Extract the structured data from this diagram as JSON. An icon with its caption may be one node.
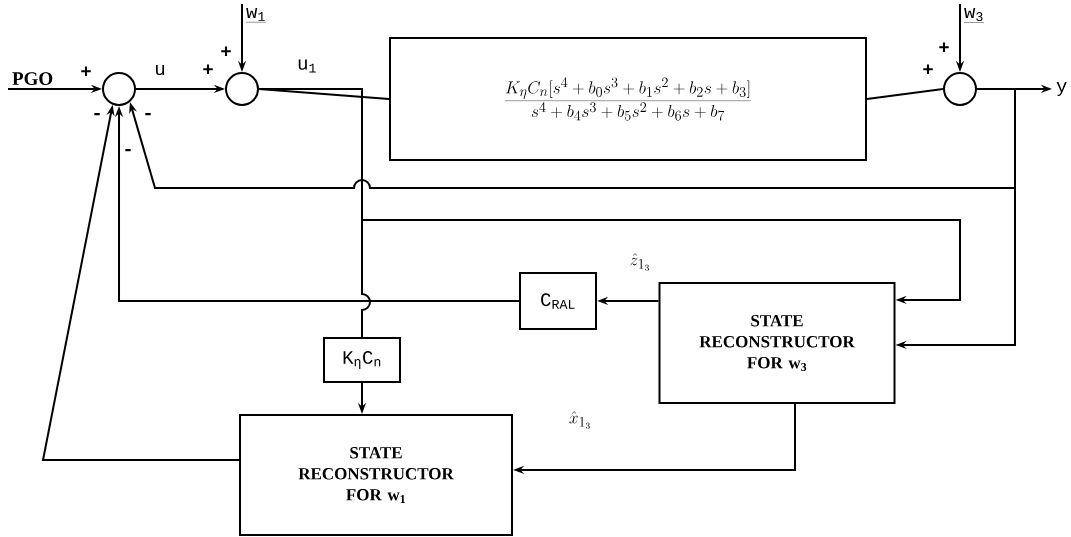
{
  "diagram": {
    "nodes": [
      {
        "text": [
          "PGO"
        ]
      },
      {
        "text": [],
        "shape": "circle"
      },
      {
        "text": [
          "w$_{1}$"
        ]
      },
      {
        "text": [],
        "shape": "circle"
      },
      {
        "text": [
          "\\frac{K_{\\eta}C_{n}[s^{4}+b_{0}s^{3}+b_{1}s^{2}+b_{2}s+b_{3}]}{s^{4}+b_{4}s^{3}+b_{5}s^{2}+b_{6}s+b_{7}}"
        ]
      },
      {
        "text": [
          "w$_{3}$"
        ]
      },
      {
        "text": [],
        "shape": "circle"
      },
      {
        "text": [
          "y"
        ]
      },
      {
        "text": [
          "C$_{RAL}$"
        ]
      },
      {
        "text": [
          "K$_{η}$C$_{n}$"
        ]
      },
      {
        "text": [
          "STATE RECONSTRUCTOR FOR w$_{3}$"
        ]
      },
      {
        "text": [
          "STATE RECONSTRUCTOR FOR w$_{1}$"
        ]
      }
    ],
    "edges": [
      {
        "from": 0,
        "to": 1,
        "arrow": "to"
      },
      {
        "from": 1,
        "to": 3,
        "arrow": "to",
        "label": "u"
      },
      {
        "from": 2,
        "to": 3,
        "arrow": "to"
      },
      {
        "from": 3,
        "to": 4,
        "arrow": "none",
        "label": "u$_{1}$"
      },
      {
        "from": 4,
        "to": 6,
        "arrow": "none"
      },
      {
        "from": 5,
        "to": 6,
        "arrow": "to"
      },
      {
        "from": 6,
        "to": 7,
        "arrow": "to"
      },
      {
        "from": 6,
        "to": 1,
        "arrow": "to"
      },
      {
        "from": 6,
        "to": 10,
        "arrow": "to"
      },
      {
        "from": 3,
        "to": 10,
        "arrow": "to"
      },
      {
        "from": 3,
        "to": 9,
        "arrow": "none"
      },
      {
        "from": 9,
        "to": 11,
        "arrow": "to"
      },
      {
        "from": 10,
        "to": 8,
        "arrow": "to",
        "label": "\\hat{z}_{1_{3}}"
      },
      {
        "from": 8,
        "to": 1,
        "arrow": "to"
      },
      {
        "from": 10,
        "to": 11,
        "arrow": "to",
        "label": "\\hat{x}_{1_{3}}"
      },
      {
        "from": 11,
        "to": 1,
        "arrow": "to"
      }
    ],
    "labels": [
      "+",
      "+",
      "+",
      "+",
      "+",
      "-",
      "-",
      "-"
    ]
  }
}
